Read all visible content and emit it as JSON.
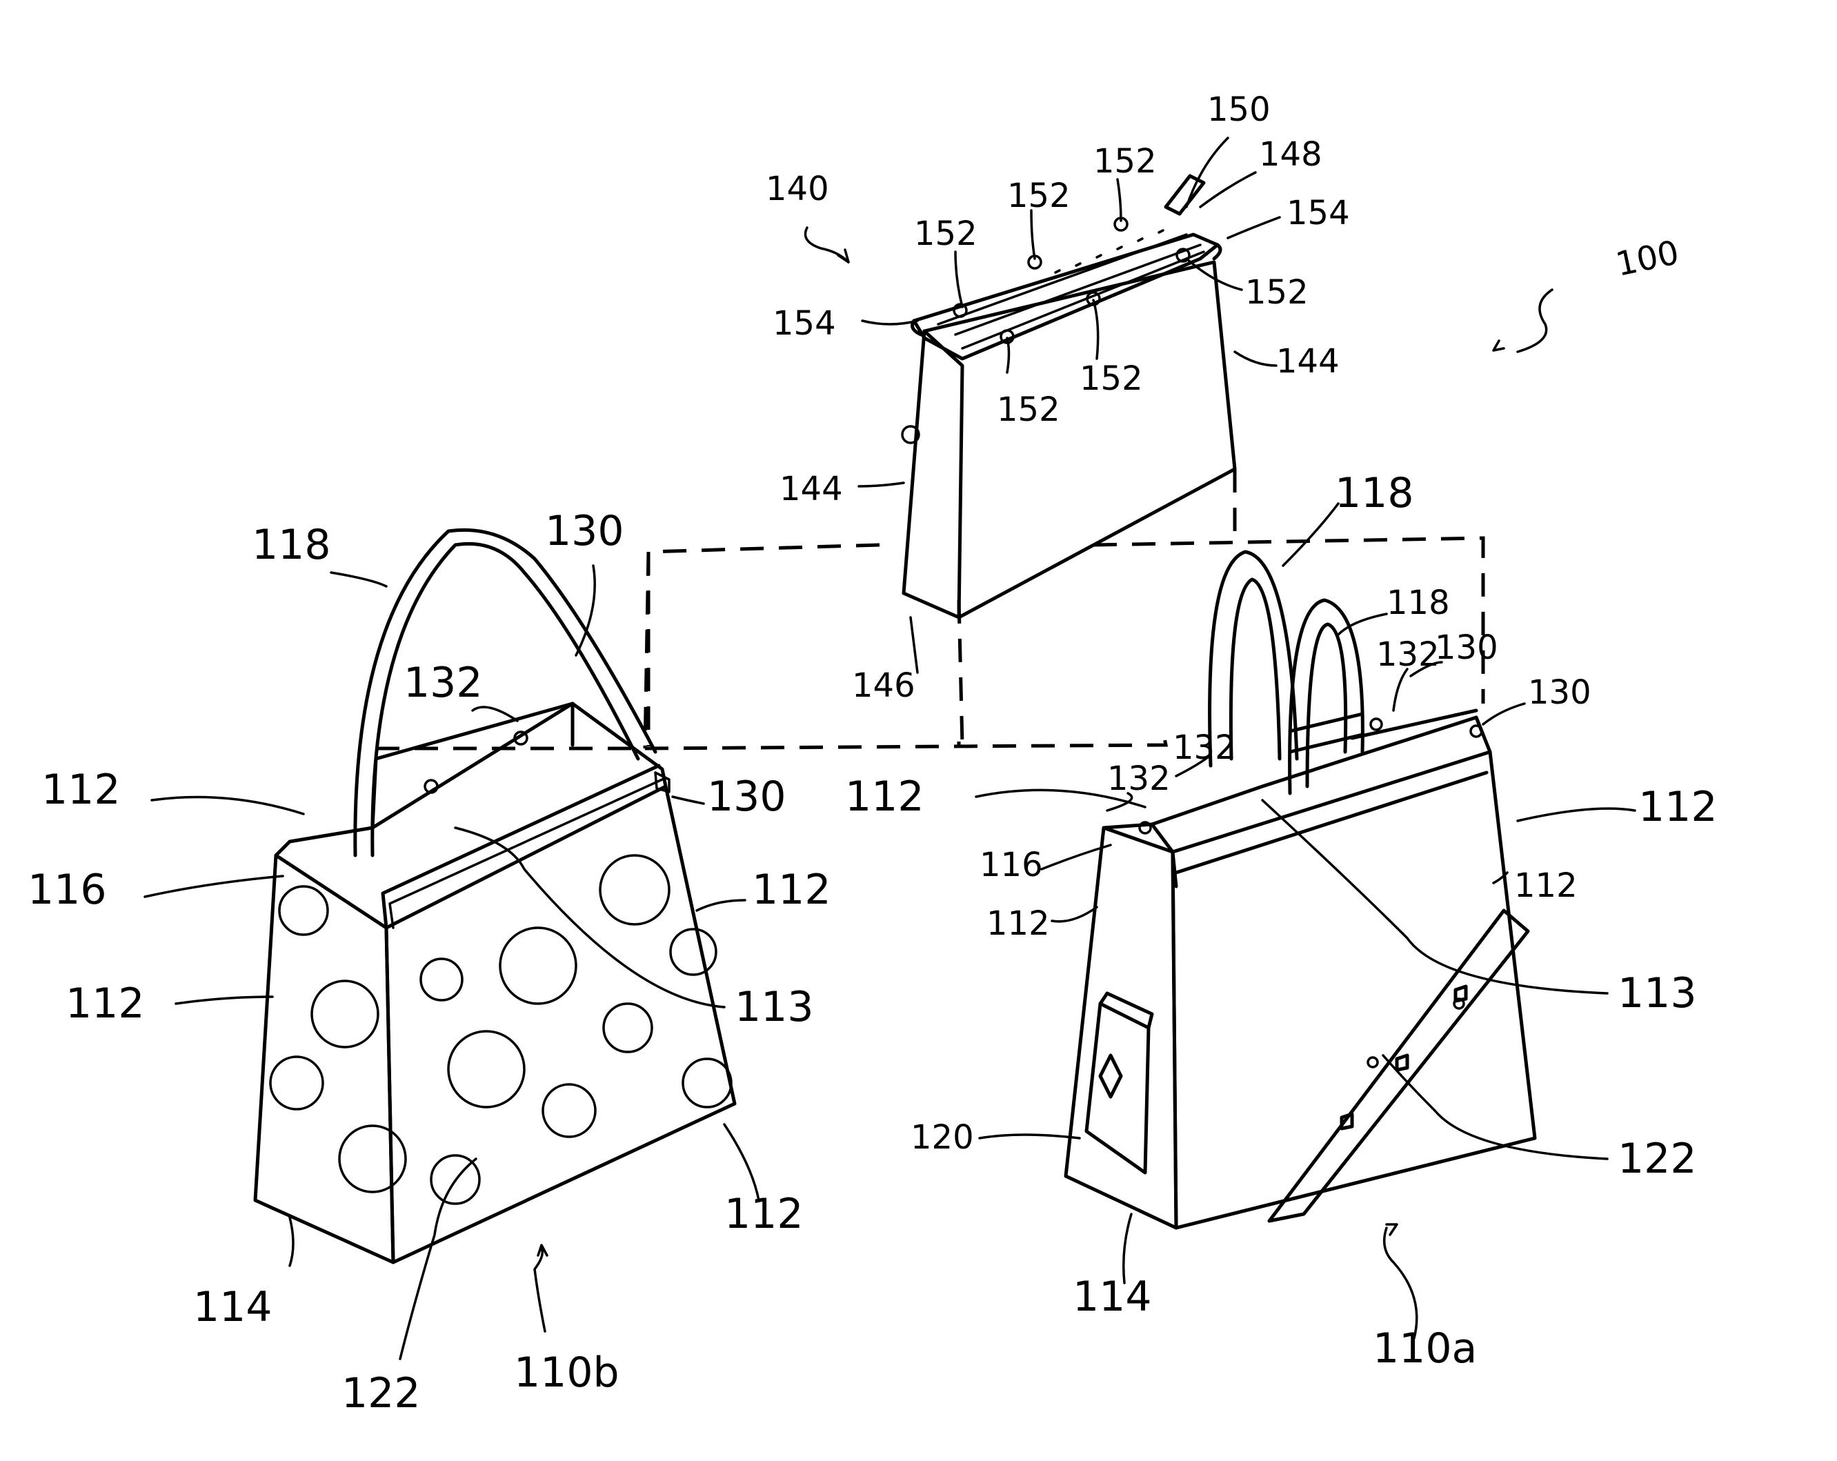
{
  "figure": {
    "labels": {
      "l100": "100",
      "l110a": "110a",
      "l110b": "110b",
      "l112": "112",
      "l113": "113",
      "l114": "114",
      "l116": "116",
      "l118": "118",
      "l120": "120",
      "l122": "122",
      "l130": "130",
      "l132": "132",
      "l140": "140",
      "l144": "144",
      "l146": "146",
      "l148": "148",
      "l150": "150",
      "l152": "152",
      "l154": "154"
    }
  }
}
